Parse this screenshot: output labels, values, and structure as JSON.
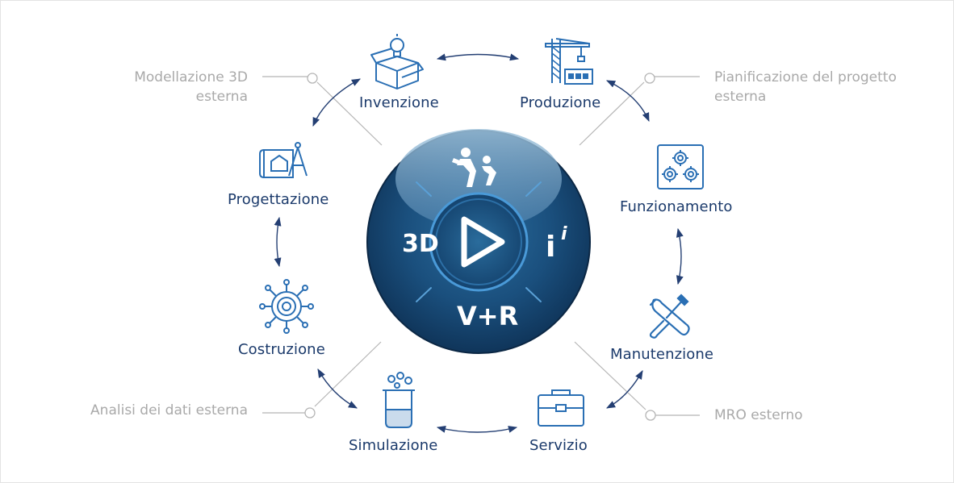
{
  "hub": {
    "label_3d": "3D",
    "label_vr": "V+R",
    "label_ii": "i",
    "label_ii_super": "i",
    "play_icon": "play-icon",
    "people_icon": "people-logo-icon"
  },
  "stages": {
    "invenzione": "Invenzione",
    "produzione": "Produzione",
    "funzionamento": "Funzionamento",
    "manutenzione": "Manutenzione",
    "servizio": "Servizio",
    "simulazione": "Simulazione",
    "costruzione": "Costruzione",
    "progettazione": "Progettazione"
  },
  "external": {
    "top_left": [
      "Modellazione 3D",
      "esterna"
    ],
    "top_right": [
      "Pianificazione del progetto",
      "esterna"
    ],
    "bottom_left": [
      "Analisi dei dati esterna"
    ],
    "bottom_right": [
      "MRO esterno"
    ]
  },
  "colors": {
    "primary": "#1b3a6b",
    "icon_blue": "#2a6fb4",
    "arrow": "#243f73",
    "external_text": "#a9a9a9",
    "hub_dark": "#0f3a63",
    "hub_mid": "#1e5d8e"
  }
}
